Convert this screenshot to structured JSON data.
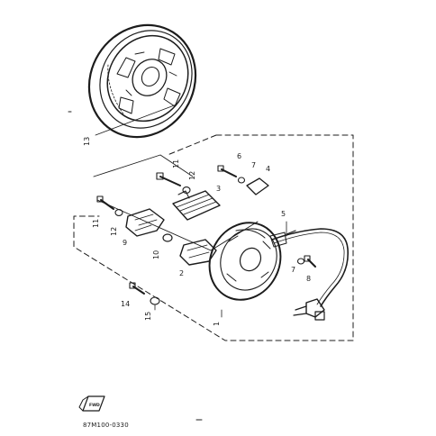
{
  "diagram": {
    "labels": {
      "p1": "1",
      "p2": "2",
      "p3": "3",
      "p4": "4",
      "p5": "5",
      "p6": "6",
      "p7a": "7",
      "p7b": "7",
      "p8": "8",
      "p9": "9",
      "p10": "10",
      "p11a": "11",
      "p11b": "11",
      "p12a": "12",
      "p12b": "12",
      "p13": "13",
      "p14": "14",
      "p15": "15"
    },
    "drawing_code": "87M100-0330",
    "badge_text": "FWD",
    "icons": [
      "flywheel-rotor",
      "stator-assembly",
      "pulser-coil",
      "charge-coil",
      "lighting-coil",
      "wire-harness",
      "coupler",
      "bolt",
      "screw",
      "washer",
      "direction-badge"
    ]
  }
}
